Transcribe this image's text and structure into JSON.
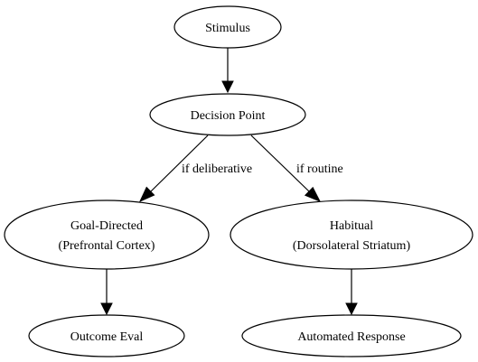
{
  "diagram": {
    "nodes": {
      "stimulus": {
        "label": "Stimulus"
      },
      "decision_point": {
        "label": "Decision Point"
      },
      "goal_directed": {
        "line1": "Goal-Directed",
        "line2": "(Prefrontal Cortex)"
      },
      "habitual": {
        "line1": "Habitual",
        "line2": "(Dorsolateral Striatum)"
      },
      "outcome_eval": {
        "label": "Outcome Eval"
      },
      "automated_response": {
        "label": "Automated Response"
      }
    },
    "edges": {
      "deliberative": {
        "label": "if deliberative"
      },
      "routine": {
        "label": "if routine"
      }
    }
  }
}
